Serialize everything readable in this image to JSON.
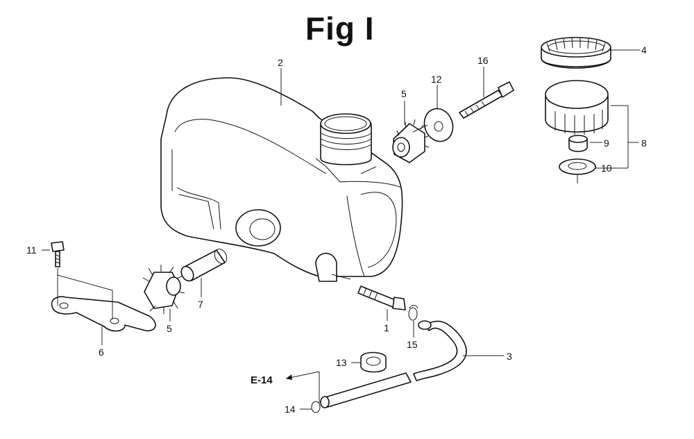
{
  "figure": {
    "title": "Fig I",
    "reference": "E-14",
    "callouts": {
      "c1": "1",
      "c2": "2",
      "c3": "3",
      "c4": "4",
      "c5a": "5",
      "c5b": "5",
      "c6": "6",
      "c7": "7",
      "c8": "8",
      "c9": "9",
      "c10": "10",
      "c11": "11",
      "c12": "12",
      "c13": "13",
      "c14": "14",
      "c15": "15",
      "c16": "16"
    }
  }
}
